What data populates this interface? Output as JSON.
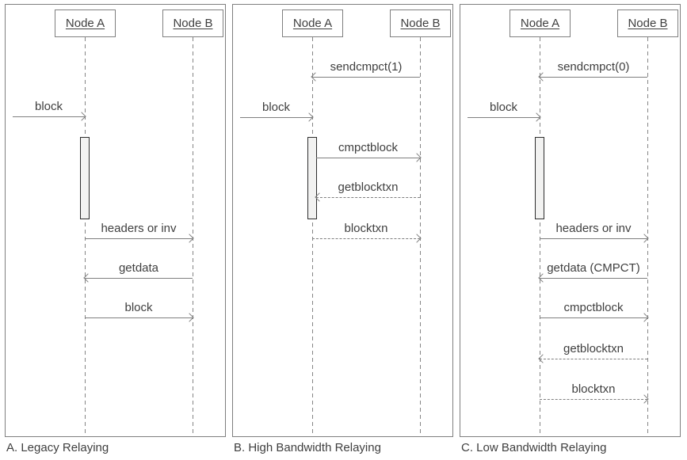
{
  "diagram": {
    "type": "sequence-diagram",
    "subject": "Compact block relay protocol comparison",
    "colors": {
      "background": "#ffffff",
      "line": "#7f7f7f",
      "text": "#3f3f3f",
      "activation_fill": "#f2f2f1",
      "activation_border": "#2d2d2d"
    },
    "panels": [
      {
        "id": "A",
        "caption": "A. Legacy Relaying",
        "nodes": {
          "a": "Node A",
          "b": "Node B"
        },
        "activation": "Node A",
        "messages": [
          {
            "label": "block",
            "from": "external",
            "to": "Node A",
            "style": "solid"
          },
          {
            "label": "headers or inv",
            "from": "Node A",
            "to": "Node B",
            "style": "solid"
          },
          {
            "label": "getdata",
            "from": "Node B",
            "to": "Node A",
            "style": "solid"
          },
          {
            "label": "block",
            "from": "Node A",
            "to": "Node B",
            "style": "solid"
          }
        ]
      },
      {
        "id": "B",
        "caption": "B. High Bandwidth Relaying",
        "nodes": {
          "a": "Node A",
          "b": "Node B"
        },
        "activation": "Node A",
        "messages": [
          {
            "label": "sendcmpct(1)",
            "from": "Node B",
            "to": "Node A",
            "style": "solid"
          },
          {
            "label": "block",
            "from": "external",
            "to": "Node A",
            "style": "solid"
          },
          {
            "label": "cmpctblock",
            "from": "Node A",
            "to": "Node B",
            "style": "solid"
          },
          {
            "label": "getblocktxn",
            "from": "Node B",
            "to": "Node A",
            "style": "dashed"
          },
          {
            "label": "blocktxn",
            "from": "Node A",
            "to": "Node B",
            "style": "dashed"
          }
        ]
      },
      {
        "id": "C",
        "caption": "C. Low Bandwidth Relaying",
        "nodes": {
          "a": "Node A",
          "b": "Node B"
        },
        "activation": "Node A",
        "messages": [
          {
            "label": "sendcmpct(0)",
            "from": "Node B",
            "to": "Node A",
            "style": "solid"
          },
          {
            "label": "block",
            "from": "external",
            "to": "Node A",
            "style": "solid"
          },
          {
            "label": "headers or inv",
            "from": "Node A",
            "to": "Node B",
            "style": "solid"
          },
          {
            "label": "getdata (CMPCT)",
            "from": "Node B",
            "to": "Node A",
            "style": "solid"
          },
          {
            "label": "cmpctblock",
            "from": "Node A",
            "to": "Node B",
            "style": "solid"
          },
          {
            "label": "getblocktxn",
            "from": "Node B",
            "to": "Node A",
            "style": "dashed"
          },
          {
            "label": "blocktxn",
            "from": "Node A",
            "to": "Node B",
            "style": "dashed"
          }
        ]
      }
    ]
  }
}
